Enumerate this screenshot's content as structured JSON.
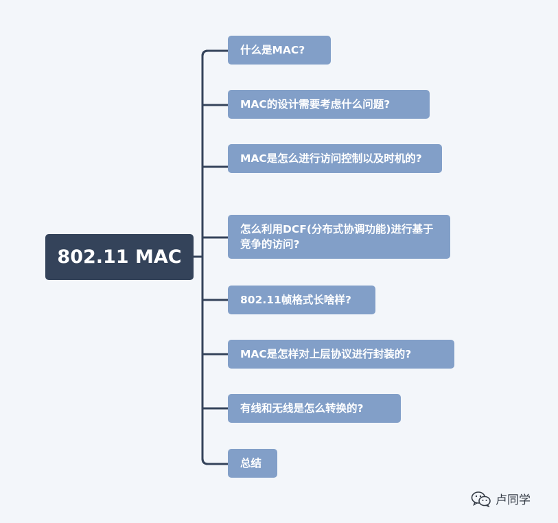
{
  "mindmap": {
    "root": "802.11 MAC",
    "branches": [
      "什么是MAC?",
      "MAC的设计需要考虑什么问题?",
      "MAC是怎么进行访问控制以及时机的?",
      "怎么利用DCF(分布式协调功能)进行基于竞争的访问?",
      "802.11帧格式长啥样?",
      "MAC是怎样对上层协议进行封装的?",
      "有线和无线是怎么转换的?",
      "总结"
    ]
  },
  "colors": {
    "background": "#f3f6fa",
    "root_fill": "#34435a",
    "branch_fill": "#829fc8",
    "connector": "#34435a"
  },
  "watermark": {
    "icon": "wechat-icon",
    "text": "卢同学"
  }
}
